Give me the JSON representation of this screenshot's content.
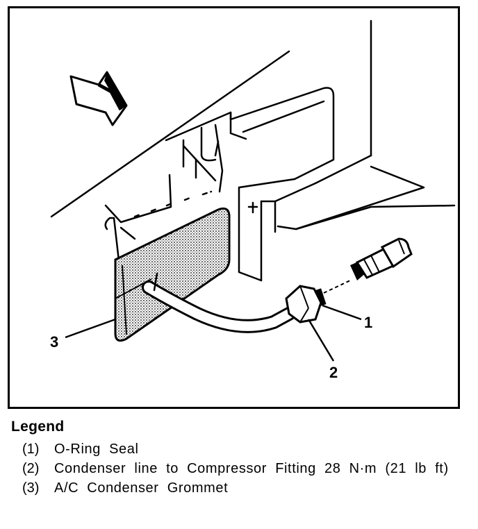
{
  "diagram": {
    "callouts": [
      {
        "id": "1",
        "label": "1"
      },
      {
        "id": "2",
        "label": "2"
      },
      {
        "id": "3",
        "label": "3"
      }
    ]
  },
  "legend": {
    "title": "Legend",
    "items": [
      {
        "num": "(1)",
        "text": "O-Ring Seal"
      },
      {
        "num": "(2)",
        "text": "Condenser line to Compressor Fitting 28 N·m (21 lb ft)"
      },
      {
        "num": "(3)",
        "text": "A/C Condenser Grommet"
      }
    ]
  }
}
